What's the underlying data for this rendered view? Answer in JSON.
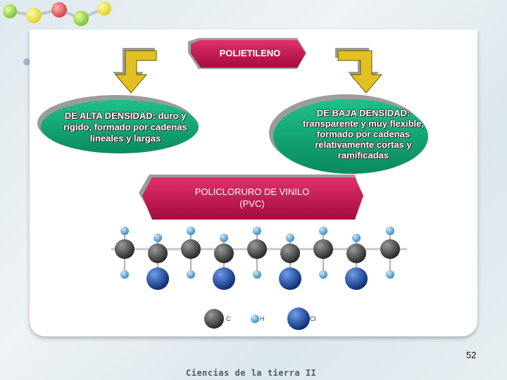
{
  "diagram": {
    "title": "POLIETILENO",
    "left_oval": [
      "DE ALTA DENSIDAD: duro y",
      "rígido, formado por cadenas",
      "lineales y largas"
    ],
    "right_oval": [
      "DE BAJA DENSIDAD:",
      "transparente y muy flexible,",
      "formado por cadenas",
      "relativamente cortas y",
      "ramificadas"
    ],
    "pvc_box": [
      "POLICLORURO DE VINILO",
      "(PVC)"
    ],
    "legend": {
      "carbon": "C",
      "hydrogen": "H",
      "chlorine": "Cl"
    }
  },
  "colors": {
    "hexagon": "#c8104a",
    "oval": "#12a070",
    "arrow": "#e2c021",
    "carbon": "#4a4a4a",
    "hydrogen": "#5ba7d8",
    "chlorine": "#1b4fa8"
  },
  "page_number": "52",
  "footer": "Ciencias de la tierra II"
}
